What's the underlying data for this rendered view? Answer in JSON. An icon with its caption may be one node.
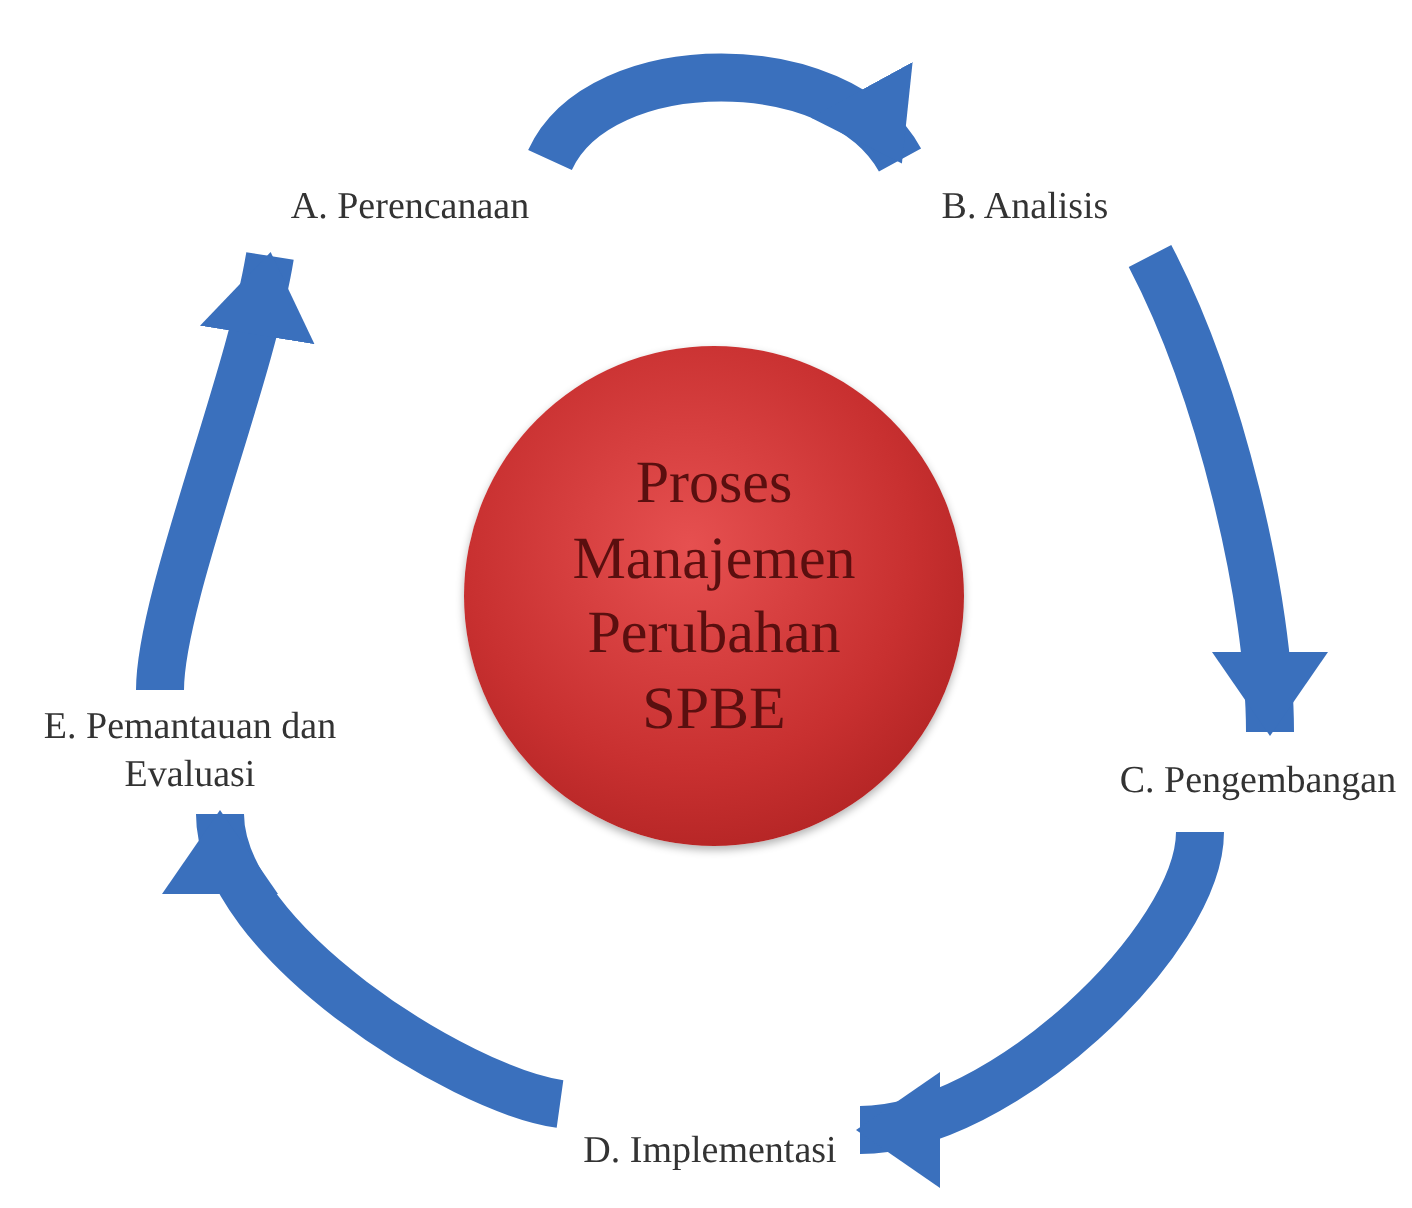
{
  "diagram": {
    "nodes": [
      {
        "text": [
          "A. Perencanaan"
        ]
      },
      {
        "text": [
          "B. Analisis"
        ]
      },
      {
        "text": [
          "C. Pengembangan"
        ]
      },
      {
        "text": [
          "D. Implementasi"
        ]
      },
      {
        "text": [
          "E. Pemantauan dan Evaluasi"
        ]
      },
      {
        "text": [
          "Proses Manajemen Perubahan SPBE"
        ]
      }
    ],
    "edges": [
      {
        "from": 0,
        "to": 1,
        "arrow": "to"
      },
      {
        "from": 1,
        "to": 2,
        "arrow": "to"
      },
      {
        "from": 2,
        "to": 3,
        "arrow": "to"
      },
      {
        "from": 3,
        "to": 4,
        "arrow": "to"
      },
      {
        "from": 4,
        "to": 0,
        "arrow": "to"
      }
    ]
  }
}
